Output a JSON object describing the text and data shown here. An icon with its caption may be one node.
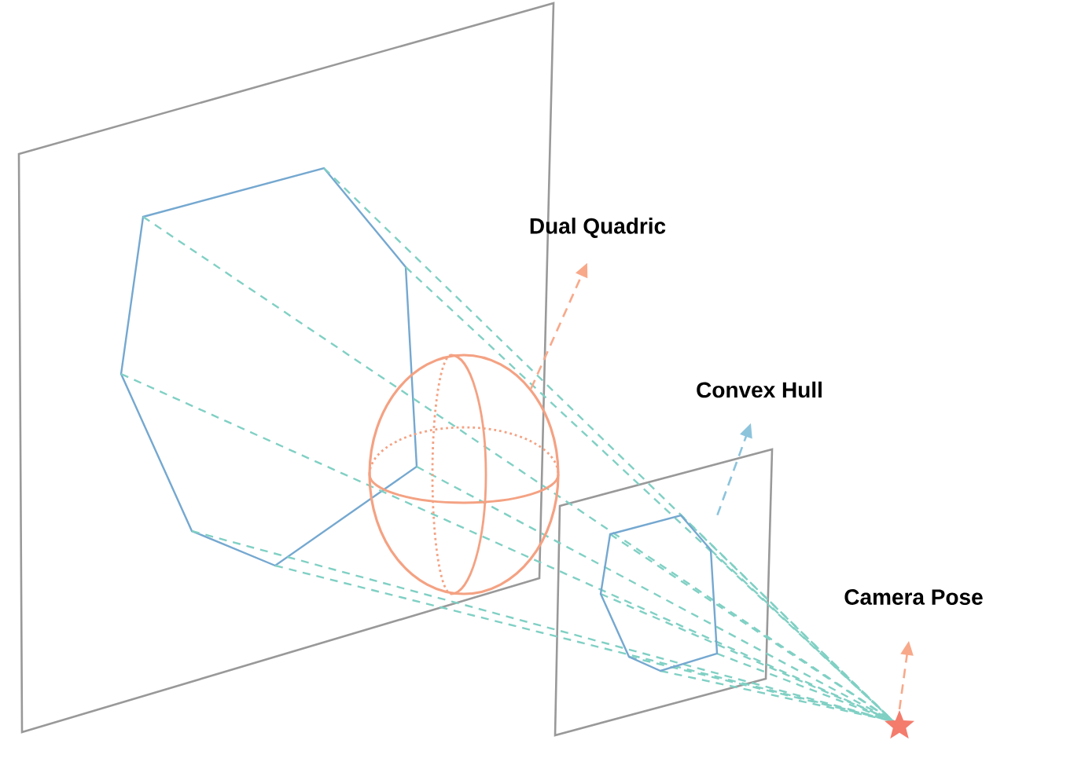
{
  "diagram": {
    "nodes": [
      {
        "text": [
          "Dual Quadric"
        ]
      },
      {
        "text": [],
        "shape": "ellipsoid"
      },
      {
        "text": [
          "Convex Hull"
        ]
      },
      {
        "text": [],
        "shape": "heptagon"
      },
      {
        "text": [
          "Camera Pose"
        ]
      },
      {
        "text": [],
        "shape": "star"
      }
    ],
    "edges": [
      {
        "from": 1,
        "to": 0,
        "arrow": "to",
        "style": "dashed",
        "color": "#f8a98a"
      },
      {
        "from": 3,
        "to": 2,
        "arrow": "to",
        "style": "dashed",
        "color": "#8cc4dc"
      },
      {
        "from": 5,
        "to": 4,
        "arrow": "to",
        "style": "dashed",
        "color": "#f8a98a"
      }
    ]
  }
}
